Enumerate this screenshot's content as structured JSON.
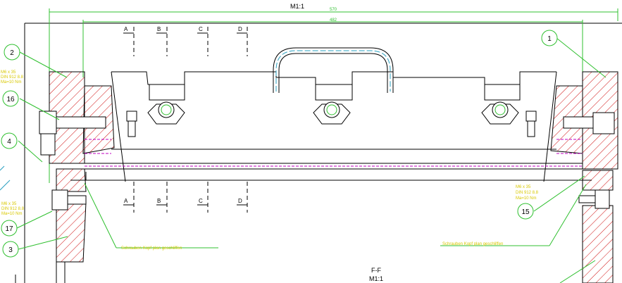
{
  "view": {
    "scale_top": "M1:1",
    "dim_outer": "570",
    "dim_inner": "482",
    "section_title": "F-F",
    "section_scale": "M1:1"
  },
  "sections": {
    "a": "A",
    "b": "B",
    "c": "C",
    "d": "D"
  },
  "balloons": [
    "2",
    "16",
    "4",
    "17",
    "3",
    "1",
    "15"
  ],
  "notes": {
    "screw_left_top": [
      "M6 x 35",
      "DIN 912 8.8",
      "Ma=10 Nm"
    ],
    "screw_left_bot": [
      "M6 x 35",
      "DIN 912 8.8",
      "Ma=10 Nm"
    ],
    "screw_right": [
      "M6 x 35",
      "DIN 912 8.8",
      "Ma=10 Nm"
    ],
    "flush_left": "Schrauben Kopf plan geschliffen",
    "flush_right": "Schrauben Kopf plan geschliffen"
  },
  "colors": {
    "outline": "#000000",
    "dimension": "#30c030",
    "hatch": "#d01010",
    "hidden": "#c000c0",
    "note": "#d8c800",
    "center": "#2aa0c0"
  }
}
